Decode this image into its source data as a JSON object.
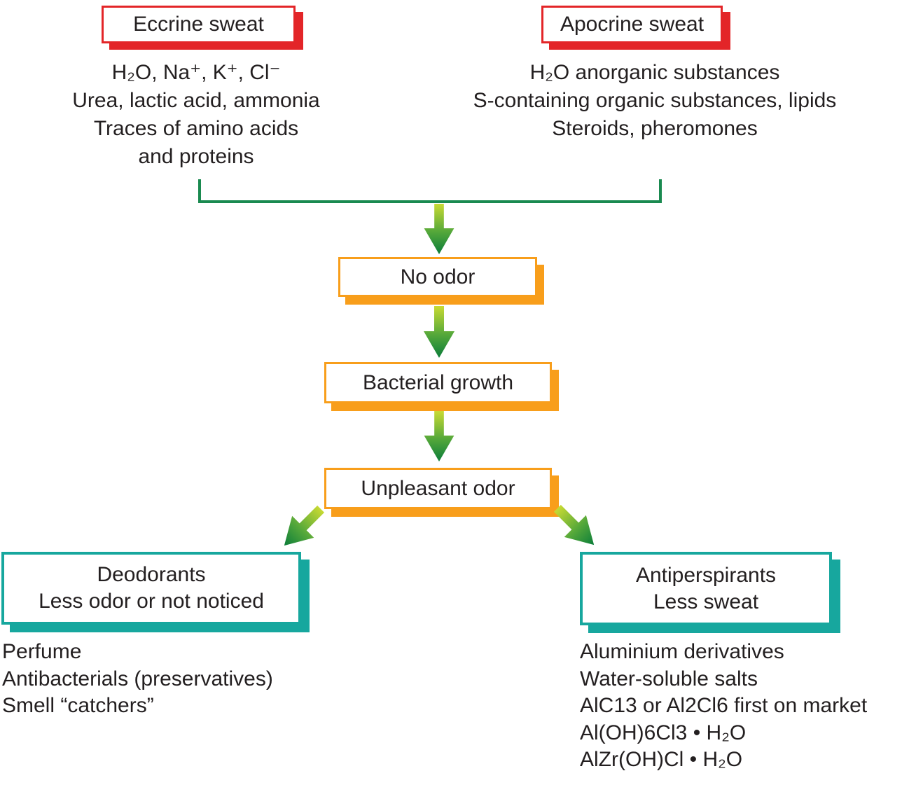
{
  "nodes": {
    "eccrine": {
      "title": "Eccrine sweat",
      "lines": [
        "H₂O, Na⁺, K⁺, Cl⁻",
        "Urea, lactic acid, ammonia",
        "Traces of amino acids",
        "and proteins"
      ]
    },
    "apocrine": {
      "title": "Apocrine sweat",
      "lines": [
        "H₂O anorganic substances",
        "S-containing organic substances, lipids",
        "Steroids, pheromones"
      ]
    },
    "no_odor": {
      "label": "No odor"
    },
    "bacterial_growth": {
      "label": "Bacterial growth"
    },
    "unpleasant_odor": {
      "label": "Unpleasant odor"
    },
    "deodorants": {
      "lines": [
        "Deodorants",
        "Less odor or not noticed"
      ],
      "notes": [
        "Perfume",
        "Antibacterials (preservatives)",
        "Smell “catchers”"
      ]
    },
    "antiperspirants": {
      "lines": [
        "Antiperspirants",
        "Less sweat"
      ],
      "notes": [
        "Aluminium derivatives",
        "Water-soluble salts",
        "AlC13 or Al2Cl6 first on market",
        "Al(OH)6Cl3 • H₂O",
        "AlZr(OH)Cl • H₂O"
      ]
    }
  },
  "colors": {
    "red": "#e32528",
    "orange": "#f89e1b",
    "teal": "#17a79e",
    "line_green": "#1a8a50",
    "arrow_top": "#c8da33",
    "arrow_bottom": "#0b7d3a",
    "text": "#231f20"
  }
}
